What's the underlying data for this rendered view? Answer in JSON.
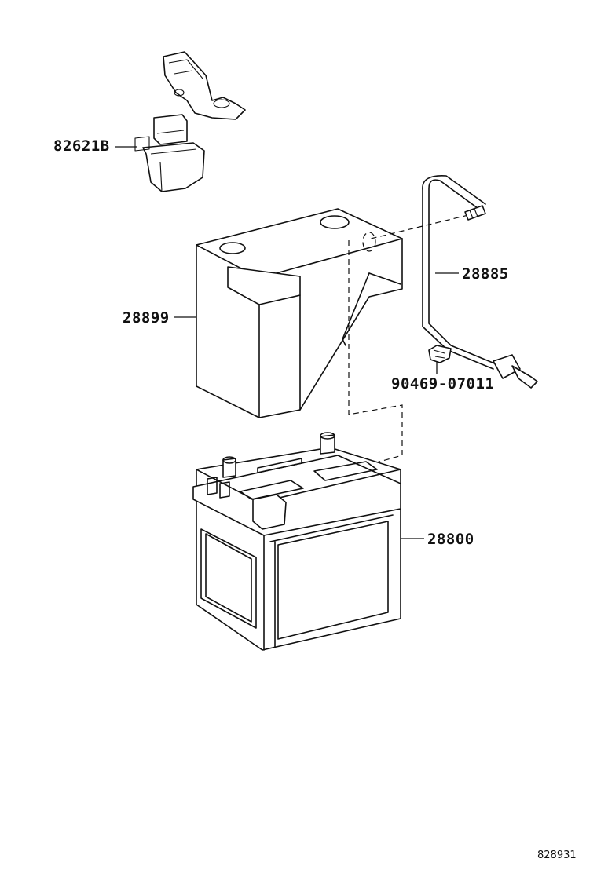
{
  "labels": {
    "terminal_clamp": "82621B",
    "battery_cover": "28899",
    "vent_tube": "28885",
    "clip": "90469-07011",
    "battery": "28800"
  },
  "diagram_ref": "828931"
}
